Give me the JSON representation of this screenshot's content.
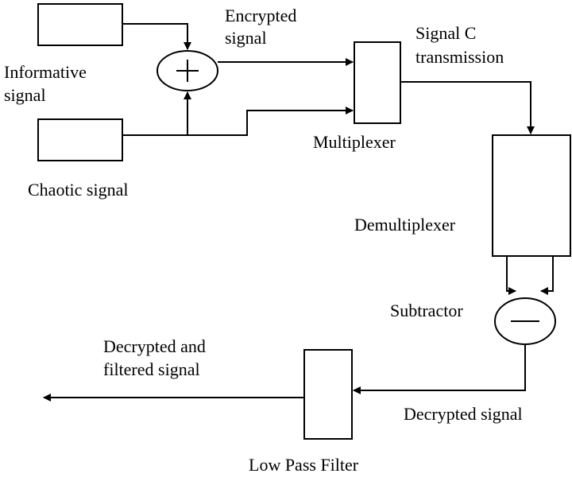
{
  "labels": {
    "informative_signal_line1": "Informative",
    "informative_signal_line2": "signal",
    "chaotic_signal": "Chaotic signal",
    "encrypted_signal_line1": "Encrypted",
    "encrypted_signal_line2": "signal",
    "signal_c_line1": "Signal C",
    "signal_c_line2": "transmission",
    "multiplexer": "Multiplexer",
    "demultiplexer": "Demultiplexer",
    "subtractor": "Subtractor",
    "decrypted_filtered_line1": "Decrypted and",
    "decrypted_filtered_line2": "filtered signal",
    "decrypted_signal": "Decrypted signal",
    "low_pass_filter": "Low Pass Filter"
  },
  "colors": {
    "stroke": "#000000",
    "background": "#ffffff"
  }
}
